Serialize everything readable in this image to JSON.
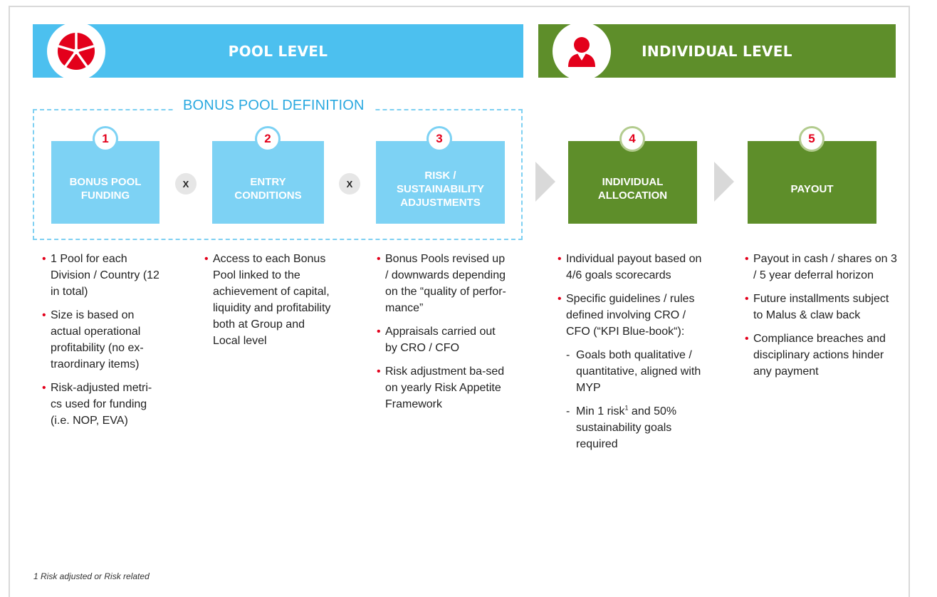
{
  "colors": {
    "pool": "#4cc0ef",
    "individual": "#5e8e2a",
    "step_blue": "#7dd2f4",
    "accent_red": "#e3001b"
  },
  "banners": {
    "pool": {
      "label": "POOL LEVEL",
      "icon": "pie-chart-icon"
    },
    "individual": {
      "label": "INDIVIDUAL LEVEL",
      "icon": "person-icon"
    }
  },
  "definition": {
    "title": "BONUS POOL DEFINITION"
  },
  "operators": [
    "X",
    "X"
  ],
  "steps": [
    {
      "num": "1",
      "label": "BONUS POOL FUNDING"
    },
    {
      "num": "2",
      "label": "ENTRY CONDITIONS"
    },
    {
      "num": "3",
      "label": "RISK / SUSTAINABILITY ADJUSTMENTS"
    },
    {
      "num": "4",
      "label": "INDIVIDUAL ALLOCATION"
    },
    {
      "num": "5",
      "label": "PAYOUT"
    }
  ],
  "columns": [
    [
      "1 Pool for each Division / Country (12 in total)",
      "Size is based on actual operational profitability (no ex-traordinary items)",
      "Risk-adjusted metri-cs used for funding (i.e. NOP, EVA)"
    ],
    [
      "Access to each Bonus Pool linked to the achievement of capital, liquidity and profitability both at Group and Local level"
    ],
    [
      "Bonus Pools revised up / downwards depending on the “quality of perfor-mance”",
      "Appraisals carried out by CRO / CFO",
      "Risk adjustment ba-sed on yearly Risk Appetite Framework"
    ],
    [
      "Individual payout based on 4/6 goals scorecards",
      "Specific guidelines / rules defined involving CRO / CFO (“KPI Blue-book“):",
      "Goals both qualitative / quantitative, aligned with MYP",
      "Min 1 risk",
      "1",
      "and 50% sustainability goals required"
    ],
    [
      "Payout in cash / shares on 3 / 5 year deferral horizon",
      "Future installments subject to Malus & claw back",
      "Compliance breaches and disciplinary actions hinder any payment"
    ]
  ],
  "footnote": "1 Risk adjusted or Risk related"
}
